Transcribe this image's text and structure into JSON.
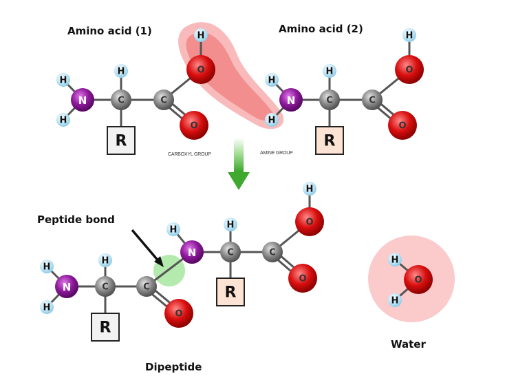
{
  "diagram": {
    "title_amino_acid_1": "Amino acid (1)",
    "title_amino_acid_2": "Amino acid (2)",
    "carboxyl_group_label": "CARBOXYL GROUP",
    "amine_group_label": "AMINE GROUP",
    "peptide_bond_label": "Peptide bond",
    "dipeptide_label": "Dipeptide",
    "water_label": "Water",
    "r_group_label": "R",
    "atom_symbols": {
      "hydrogen": "H",
      "nitrogen": "N",
      "carbon": "C",
      "oxygen": "O"
    },
    "colors": {
      "hydrogen": "#bfe6f7",
      "nitrogen": "#8e1a9c",
      "carbon": "#8a8a8a",
      "oxygen": "#d90f0f",
      "r_box_neutral": "#f2f2f2",
      "r_box_highlight": "#fde3d3",
      "removed_group_highlight": "#f4a3a3",
      "peptide_bond_highlight": "#a8e6a0",
      "water_highlight": "#fbcaca",
      "reaction_arrow": "#4cb13a"
    }
  }
}
